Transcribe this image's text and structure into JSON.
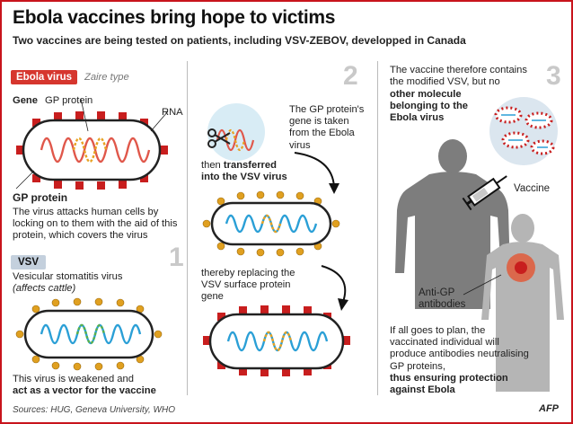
{
  "title": "Ebola vaccines bring hope to victims",
  "subtitle": "Two vaccines are being tested on patients, including VSV-ZEBOV, developped in Canada",
  "step1": {
    "number": "1",
    "ebola_tag": "Ebola virus",
    "ebola_type": "Zaire type",
    "gene_label": "Gene",
    "gp_protein_top": "GP protein",
    "rna_label": "RNA",
    "gp_protein_heading": "GP protein",
    "gp_protein_desc": "The virus attacks human cells by locking on to them with the aid of this protein, which covers the virus",
    "vsv_tag": "VSV",
    "vsv_name": "Vesicular stomatitis virus",
    "vsv_affects": "(affects cattle)",
    "weakened_text": "This virus is weakened and",
    "vector_text": "act as a vector for the vaccine"
  },
  "step2": {
    "number": "2",
    "gene_taken": "The GP protein's gene is taken from the Ebola virus",
    "then_prefix": "then",
    "transferred": "transferred into the VSV virus",
    "replacing": "thereby replacing the VSV surface protein gene"
  },
  "step3": {
    "number": "3",
    "contains_text": "The vaccine therefore contains the modified VSV, but no",
    "other_molecule": "other molecule belonging to the Ebola virus",
    "vaccine_label": "Vaccine",
    "antigp_label": "Anti-GP antibodies",
    "plan_text": "If all goes to plan, the vaccinated individual will produce antibodies neutralising GP proteins,",
    "ensuring": "thus ensuring protection against Ebola"
  },
  "footer": {
    "sources": "Sources: HUG, Geneva University, WHO",
    "logo": "AFP"
  },
  "colors": {
    "border": "#c8141c",
    "accent_red": "#d6362e",
    "gp_spike": "#c81e1e",
    "vsv_spike": "#e0a020",
    "rna_blue": "#2a9fd6",
    "silhouette": "#7d7d7d"
  }
}
